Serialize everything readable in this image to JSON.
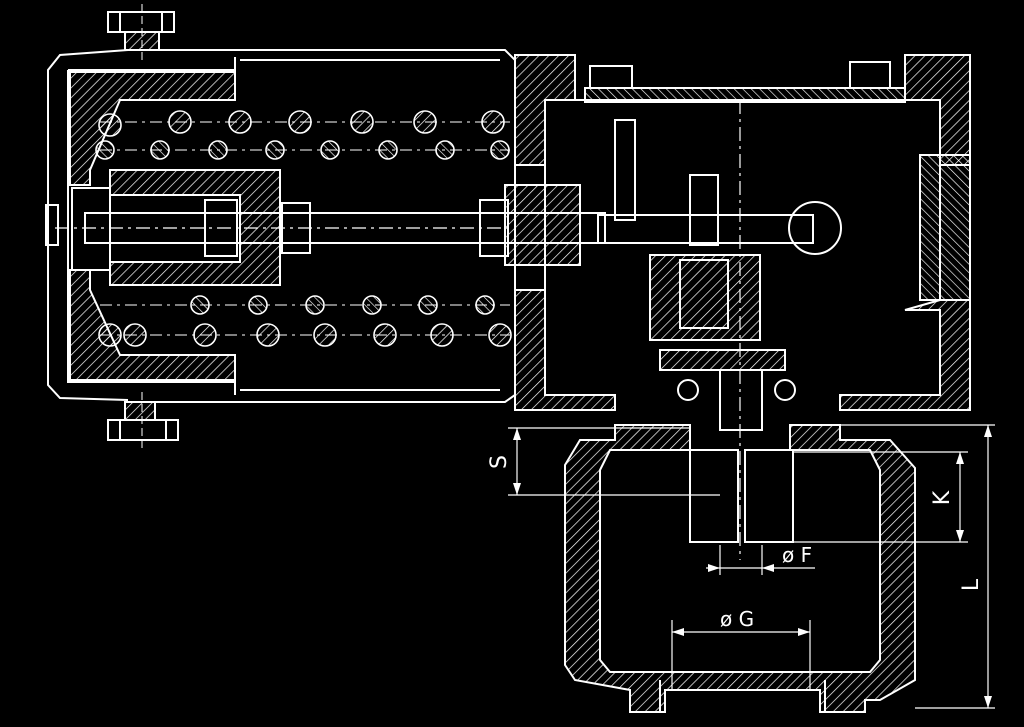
{
  "dimension_labels": {
    "s": "S",
    "k": "K",
    "f": "ø F",
    "g": "ø G",
    "l": "L"
  },
  "colors": {
    "background": "#000000",
    "line": "#ffffff"
  }
}
